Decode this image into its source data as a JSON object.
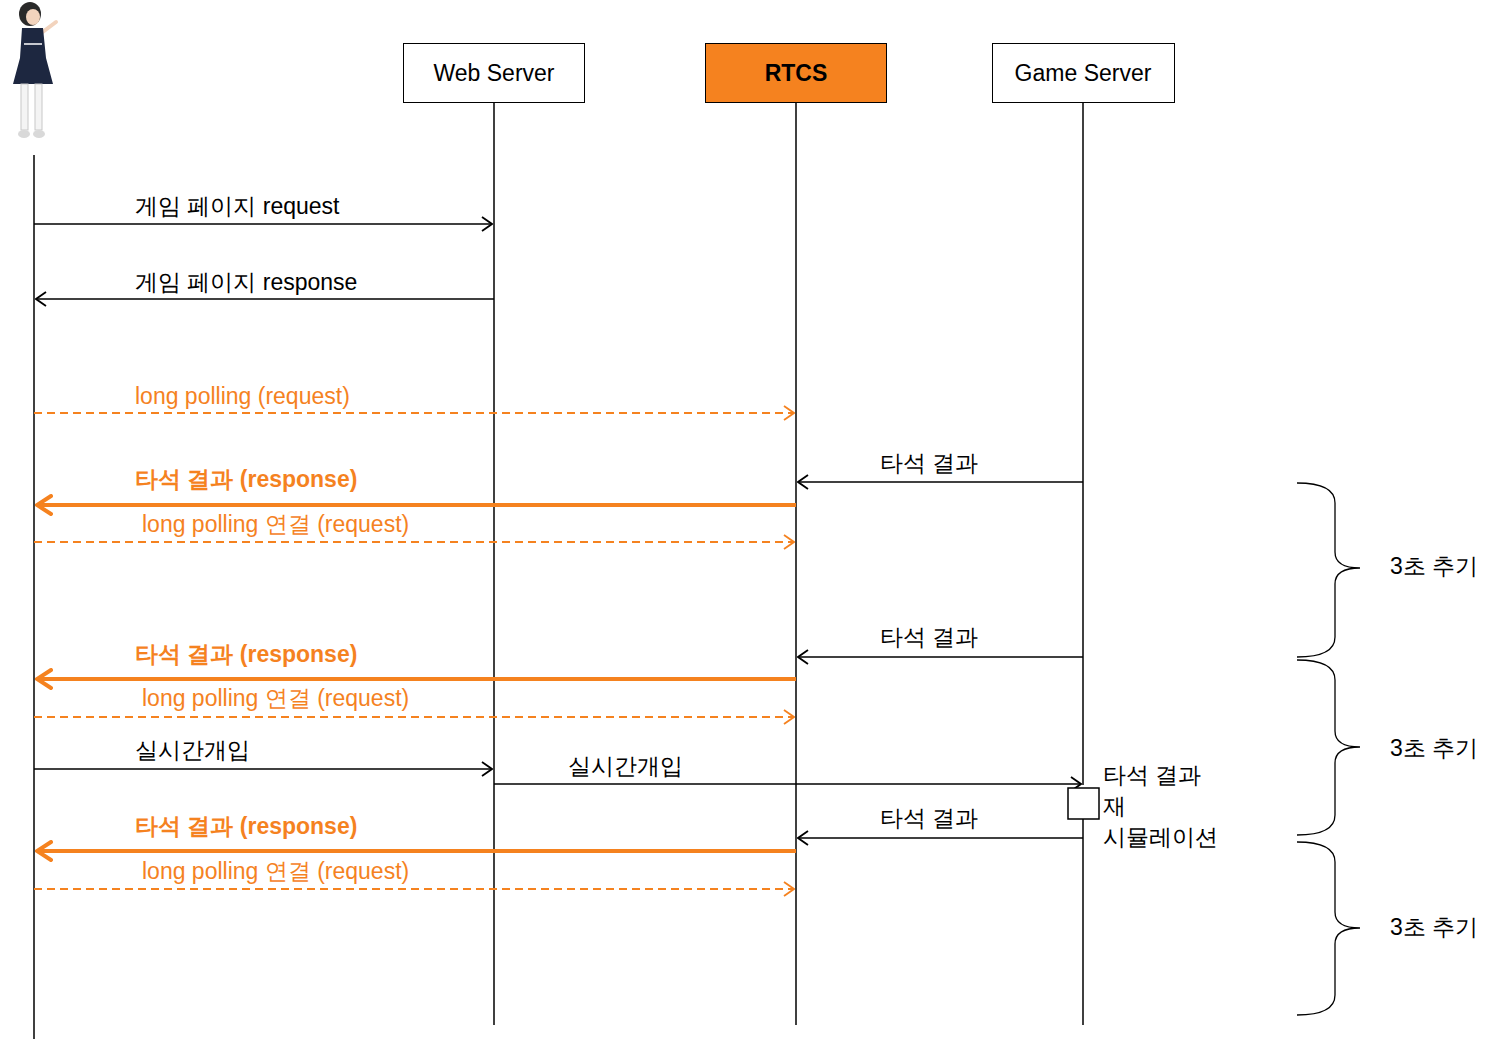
{
  "diagram": {
    "nodes": [
      {
        "text": [
          "Web Server"
        ]
      },
      {
        "text": [
          "RTCS"
        ]
      },
      {
        "text": [
          "Game Server"
        ]
      }
    ],
    "labels": [
      "게임 페이지 request",
      "게임 페이지 response",
      "long polling (request)",
      "타석 결과",
      "타석 결과 (response)",
      "long polling 연결 (request)",
      "3초 추기",
      "타석 결과",
      "타석 결과 (response)",
      "long polling 연결 (request)",
      "3초 추기",
      "실시간개입",
      "실시간개입",
      "타석 결과 재 시뮬레이션",
      "타석 결과",
      "타석 결과 (response)",
      "long polling 연결 (request)",
      "3초 추기"
    ]
  }
}
